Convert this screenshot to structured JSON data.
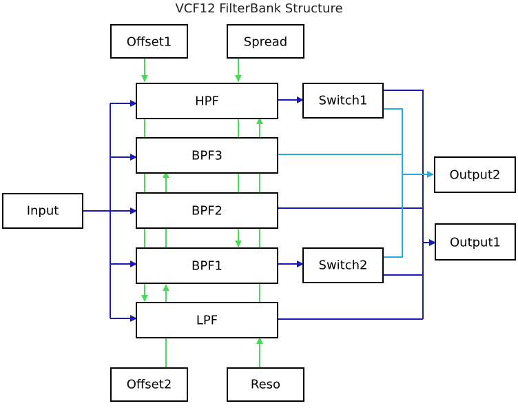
{
  "title": "VCF12 FilterBank Structure",
  "colors": {
    "blue": "#1a1ab8",
    "cyan": "#2aa8d8",
    "green": "#44dd55",
    "box_stroke": "#000000"
  },
  "boxes": {
    "offset1": "Offset1",
    "spread": "Spread",
    "hpf": "HPF",
    "bpf3": "BPF3",
    "bpf2": "BPF2",
    "bpf1": "BPF1",
    "lpf": "LPF",
    "switch1": "Switch1",
    "switch2": "Switch2",
    "input": "Input",
    "output2": "Output2",
    "output1": "Output1",
    "offset2": "Offset2",
    "reso": "Reso"
  }
}
